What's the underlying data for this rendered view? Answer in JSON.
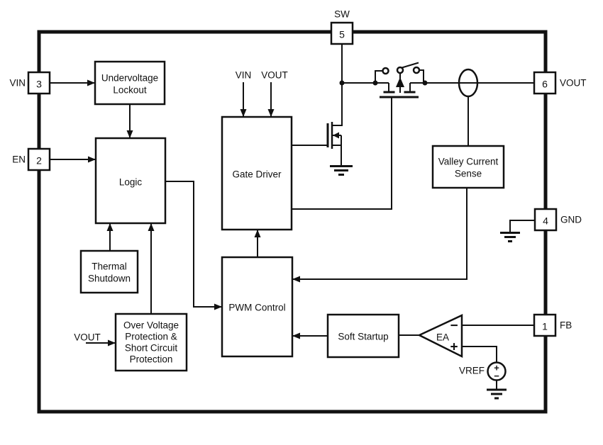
{
  "pins": {
    "sw": {
      "label": "SW",
      "number": "5"
    },
    "vin": {
      "label": "VIN",
      "number": "3"
    },
    "en": {
      "label": "EN",
      "number": "2"
    },
    "vout": {
      "label": "VOUT",
      "number": "6"
    },
    "gnd": {
      "label": "GND",
      "number": "4"
    },
    "fb": {
      "label": "FB",
      "number": "1"
    }
  },
  "blocks": {
    "undervoltage_lockout": {
      "line1": "Undervoltage",
      "line2": "Lockout"
    },
    "logic": {
      "label": "Logic"
    },
    "thermal_shutdown": {
      "line1": "Thermal",
      "line2": "Shutdown"
    },
    "ovp_scp": {
      "line1": "Over Voltage",
      "line2": "Protection &",
      "line3": "Short Circuit",
      "line4": "Protection"
    },
    "gate_driver": {
      "label": "Gate Driver"
    },
    "pwm_control": {
      "label": "PWM Control"
    },
    "soft_startup": {
      "label": "Soft Startup"
    },
    "valley_current_sense": {
      "line1": "Valley Current",
      "line2": "Sense"
    }
  },
  "labels": {
    "gate_driver_vin": "VIN",
    "gate_driver_vout": "VOUT",
    "ovp_input_vout": "VOUT",
    "error_amp": "EA",
    "error_amp_minus": "−",
    "error_amp_plus": "+",
    "vref": "VREF",
    "vref_plus": "+",
    "vref_minus": "−"
  },
  "colors": {
    "line": "#111111",
    "background": "#ffffff"
  }
}
